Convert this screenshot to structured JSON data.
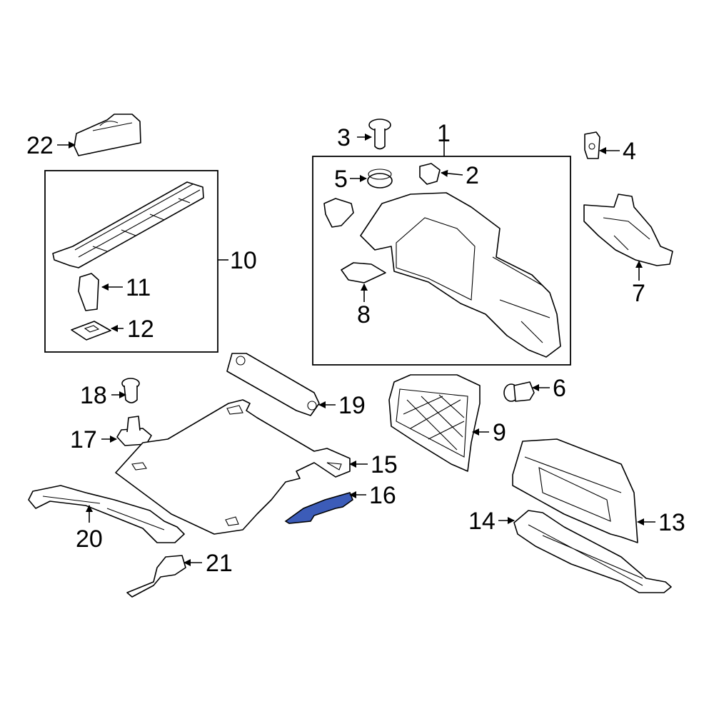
{
  "callouts": {
    "c1": "1",
    "c2": "2",
    "c3": "3",
    "c4": "4",
    "c5": "5",
    "c6": "6",
    "c7": "7",
    "c8": "8",
    "c9": "9",
    "c10": "10",
    "c11": "11",
    "c12": "12",
    "c13": "13",
    "c14": "14",
    "c15": "15",
    "c16": "16",
    "c17": "17",
    "c18": "18",
    "c19": "19",
    "c20": "20",
    "c21": "21",
    "c22": "22"
  },
  "highlighted_part": "16",
  "colors": {
    "highlight": "#3c5cb8",
    "line": "#000000",
    "background": "#ffffff"
  }
}
